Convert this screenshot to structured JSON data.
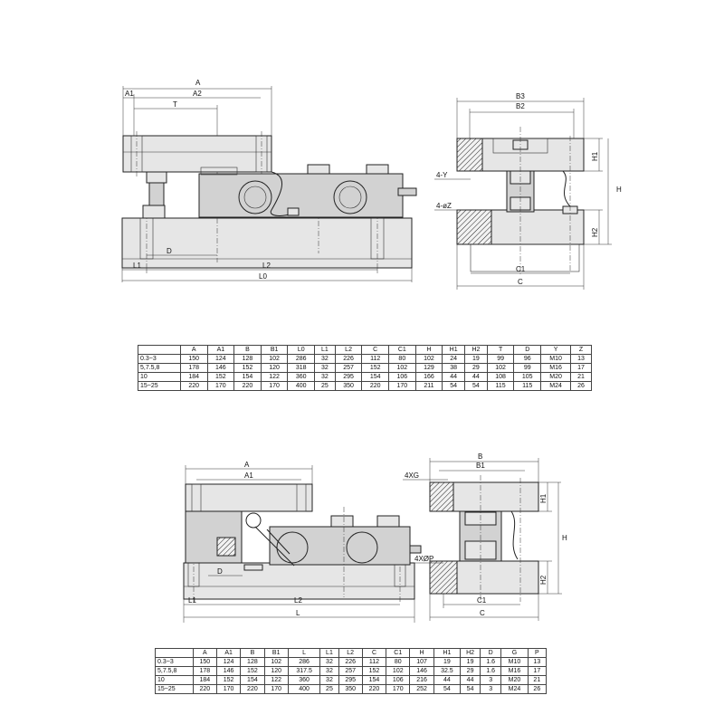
{
  "diagram1": {
    "front_view_labels": {
      "A": "A",
      "A1": "A1",
      "A2": "A2",
      "T": "T",
      "D": "D",
      "L1": "L1",
      "L2": "L2",
      "L0": "L0"
    },
    "side_view_labels": {
      "B3": "B3",
      "B2": "B2",
      "H1": "H1",
      "H": "H",
      "H2": "H2",
      "Y": "4-Y",
      "Z": "4-øZ",
      "C1": "C1",
      "C": "C"
    },
    "table": {
      "headers": [
        "",
        "A",
        "A1",
        "B",
        "B1",
        "L0",
        "L1",
        "L2",
        "C",
        "C1",
        "H",
        "H1",
        "H2",
        "T",
        "D",
        "Y",
        "Z"
      ],
      "rows": [
        [
          "0.3~3",
          "150",
          "124",
          "128",
          "102",
          "286",
          "32",
          "226",
          "112",
          "80",
          "102",
          "24",
          "19",
          "99",
          "96",
          "M10",
          "13"
        ],
        [
          "5,7.5,8",
          "178",
          "146",
          "152",
          "120",
          "318",
          "32",
          "257",
          "152",
          "102",
          "129",
          "38",
          "29",
          "102",
          "99",
          "M16",
          "17"
        ],
        [
          "10",
          "184",
          "152",
          "154",
          "122",
          "360",
          "32",
          "295",
          "154",
          "106",
          "166",
          "44",
          "44",
          "108",
          "105",
          "M20",
          "21"
        ],
        [
          "15~25",
          "220",
          "170",
          "220",
          "170",
          "400",
          "25",
          "350",
          "220",
          "170",
          "211",
          "54",
          "54",
          "115",
          "115",
          "M24",
          "26"
        ]
      ]
    }
  },
  "diagram2": {
    "front_view_labels": {
      "A": "A",
      "A1": "A1",
      "D": "D",
      "L1": "L1",
      "L2": "L2",
      "L": "L"
    },
    "side_view_labels": {
      "B": "B",
      "B1": "B1",
      "G": "4XG",
      "P": "4XØP",
      "H1": "H1",
      "H": "H",
      "H2": "H2",
      "C1": "C1",
      "C": "C"
    },
    "table": {
      "headers": [
        "",
        "A",
        "A1",
        "B",
        "B1",
        "L",
        "L1",
        "L2",
        "C",
        "C1",
        "H",
        "H1",
        "H2",
        "D",
        "G",
        "P"
      ],
      "rows": [
        [
          "0.3~3",
          "150",
          "124",
          "128",
          "102",
          "286",
          "32",
          "226",
          "112",
          "80",
          "107",
          "19",
          "19",
          "1.6",
          "M10",
          "13"
        ],
        [
          "5,7.5,8",
          "178",
          "146",
          "152",
          "120",
          "317.5",
          "32",
          "257",
          "152",
          "102",
          "146",
          "32.5",
          "29",
          "1.6",
          "M16",
          "17"
        ],
        [
          "10",
          "184",
          "152",
          "154",
          "122",
          "360",
          "32",
          "295",
          "154",
          "106",
          "216",
          "44",
          "44",
          "3",
          "M20",
          "21"
        ],
        [
          "15~25",
          "220",
          "170",
          "220",
          "170",
          "400",
          "25",
          "350",
          "220",
          "170",
          "252",
          "54",
          "54",
          "3",
          "M24",
          "26"
        ]
      ]
    }
  }
}
